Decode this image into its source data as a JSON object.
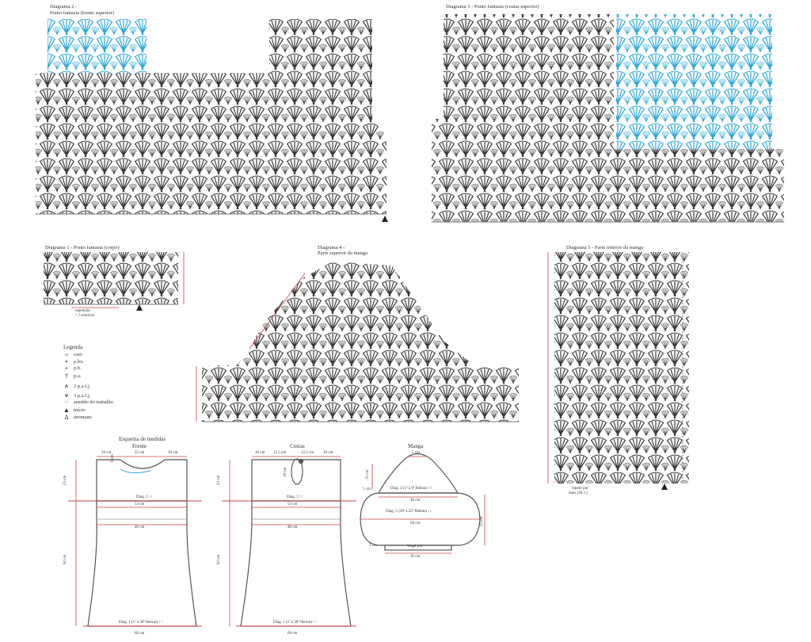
{
  "diagram2": {
    "title": "Diagrama 2 -",
    "subtitle": "Ponto fantasia (frente superior)"
  },
  "diagram3": {
    "title": "Diagrama 3 - Ponto fantasia (costas superior)"
  },
  "diagram1": {
    "title": "Diagrama 1 - Ponto fantasia (corpo)",
    "note1": "repetição",
    "note2": "= 3 motivos"
  },
  "diagram4": {
    "title": "Diagrama 4 -",
    "subtitle": "Parte superior da manga"
  },
  "diagram5": {
    "title": "Diagrama 5 - Parte inferior da manga",
    "note1": "repetir por",
    "note2": "mais (26 v.)"
  },
  "legend": {
    "title": "Legenda",
    "items": [
      {
        "symbol": "○",
        "label": "corr."
      },
      {
        "symbol": "•",
        "label": "p.bx."
      },
      {
        "symbol": "+",
        "label": "p.b."
      },
      {
        "symbol": "†",
        "label": "p.a."
      },
      {
        "symbol": "⩚",
        "label": "2 p.a.f.j."
      },
      {
        "symbol": "⩛",
        "label": "3 p.a.f.j."
      },
      {
        "symbol": "↑↑",
        "label": "sentido do trabalho"
      },
      {
        "symbol": "▲",
        "label": "início"
      },
      {
        "symbol": "Δ",
        "label": "arremate"
      }
    ]
  },
  "measure_title": "Esquema de medidas",
  "frente": {
    "title": "Frente",
    "w_left": "10 cm",
    "w_neck": "25 cm",
    "w_right": "10 cm",
    "neck_depth": "9 cm",
    "h_top": "23 cm",
    "diag": "Diag. 2 ↑↑",
    "w53": "53 cm",
    "w46": "46 cm",
    "h_bottom": "62 cm",
    "diag_bottom": "Diag. 1 (1ª à 30ª fileiras) ↑↑",
    "w69": "69 cm"
  },
  "costas": {
    "title": "Costas",
    "w_left": "10 cm",
    "w_a": "12,5 cm",
    "w_b": "12,5 cm",
    "w_right": "10 cm",
    "slit": "18 cm",
    "h_top": "23 cm",
    "diag": "Diag. 3 ↑↑",
    "w53": "53 cm",
    "w46": "46 cm",
    "h_bottom": "62 cm",
    "diag_bottom": "Diag. 1 (1ª à 30ª fileiras) ↑↑",
    "w69": "69 cm"
  },
  "manga": {
    "title": "Manga",
    "w5": "5 cm",
    "h15": "15 cm",
    "h5": "5 cm",
    "diag4": "Diag. 4 (1ª à 9ª fileiras) ↑↑",
    "w46": "46 cm",
    "diag5": "Diag. 5 (10ª à 22ª fileiras) ↓↓",
    "w66": "66 cm",
    "h25": "25 cm",
    "h2": "2 cm",
    "cuff": "Vogal p.b.",
    "w36": "36 cm"
  }
}
